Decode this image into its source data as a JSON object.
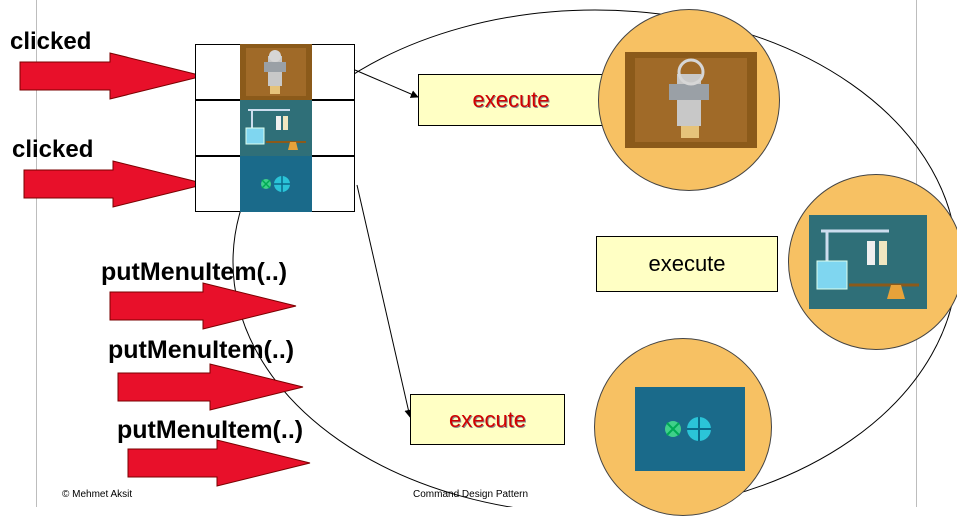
{
  "clicked_labels": [
    "clicked",
    "clicked"
  ],
  "put_menu_item_labels": [
    "putMenuItem(..)",
    "putMenuItem(..)",
    "putMenuItem(..)"
  ],
  "execute_labels": [
    "execute",
    "execute",
    "execute"
  ],
  "footer": {
    "author": "© Mehmet Aksit",
    "title": "Command Design Pattern"
  },
  "colors": {
    "arrow": "#e8102a",
    "execute_box": "#ffffc4",
    "execute_text_highlight": "#d20000",
    "circle": "#f7c163",
    "icon_brown": "#8b5a1a",
    "icon_teal": "#2f6f78",
    "icon_blue": "#1a6a8a"
  },
  "icons": [
    "robot-machine-icon",
    "lab-apparatus-icon",
    "gear-symbols-icon"
  ]
}
